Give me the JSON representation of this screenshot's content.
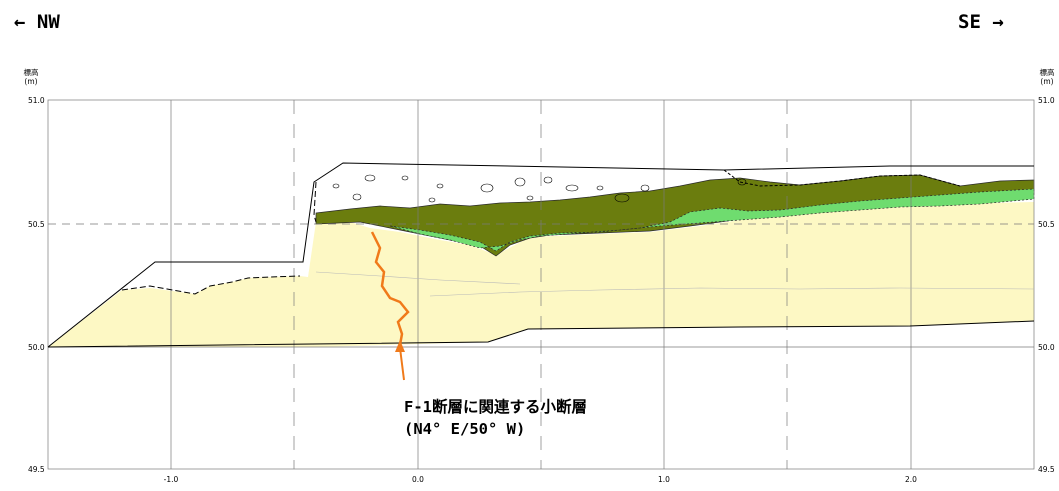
{
  "direction": {
    "left": "← NW",
    "right": "SE →"
  },
  "elevation_axis": {
    "title_line1": "標高",
    "title_line2": "(m)",
    "ticks": [
      "51.0",
      "50.5",
      "50.0",
      "49.5"
    ]
  },
  "horizontal_axis": {
    "ticks": [
      "-1.0",
      "0.0",
      "1.0",
      "2.0"
    ]
  },
  "annotation": {
    "title": "F-1断層に関連する小断層",
    "subtitle": "(N4° E/50° W)"
  },
  "colors": {
    "sand_yellow": "#fdf8c4",
    "dark_green_layer": "#6b7d0e",
    "light_green_layer": "#6fdc6f",
    "fault_orange": "#f07a1a",
    "grid": "#7a7a7a"
  }
}
